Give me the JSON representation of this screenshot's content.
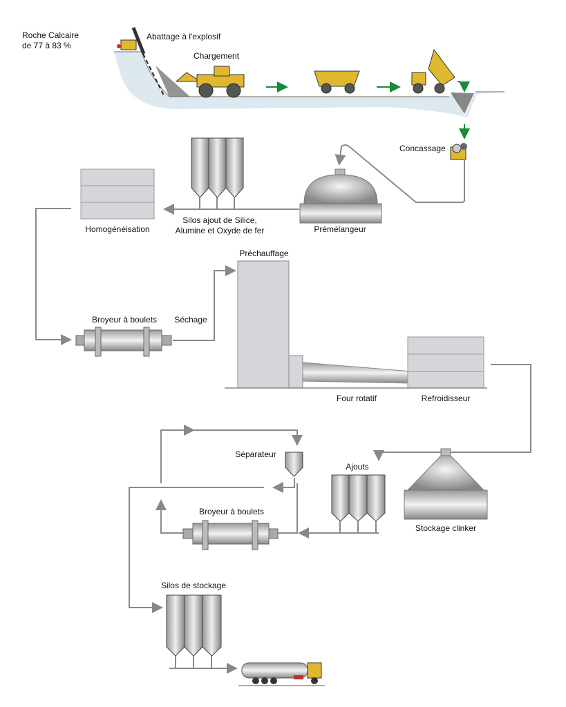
{
  "labels": {
    "roche": "Roche Calcaire",
    "roche_pct": "de 77 à 83 %",
    "abattage": "Abattage à l'explosif",
    "chargement": "Chargement",
    "concassage": "Concassage",
    "premelangeur": "Prémélangeur",
    "silos_ajout_1": "Silos ajout de Silice,",
    "silos_ajout_2": "Alumine et Oxyde de fer",
    "homogeneisation": "Homogénéisation",
    "prechauffage": "Préchauffage",
    "broyeur1": "Broyeur à boulets",
    "sechage": "Séchage",
    "four": "Four rotatif",
    "refroidisseur": "Refroidisseur",
    "separateur": "Séparateur",
    "ajouts": "Ajouts",
    "broyeur2": "Broyeur à boulets",
    "stockage_clinker": "Stockage clinker",
    "silos_stockage": "Silos de stockage"
  },
  "colors": {
    "flow": "#8a8a8a",
    "arrow_green": "#1a8a3a",
    "machine": "#e0b830",
    "quarry": "#dde9ef",
    "equipment": "#c8c8c8"
  }
}
